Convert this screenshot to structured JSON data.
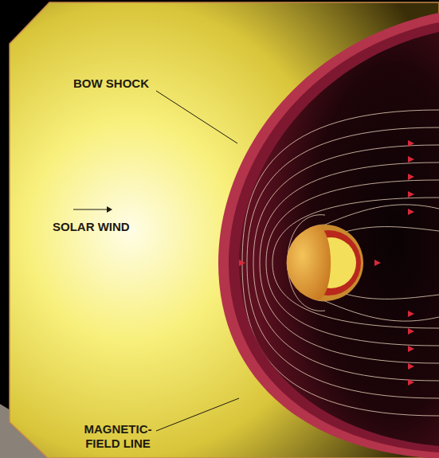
{
  "diagram": {
    "labels": [
      "BOW SHOCK",
      "SOLAR WIND",
      "MAGNETIC- FIELD LINE"
    ]
  }
}
